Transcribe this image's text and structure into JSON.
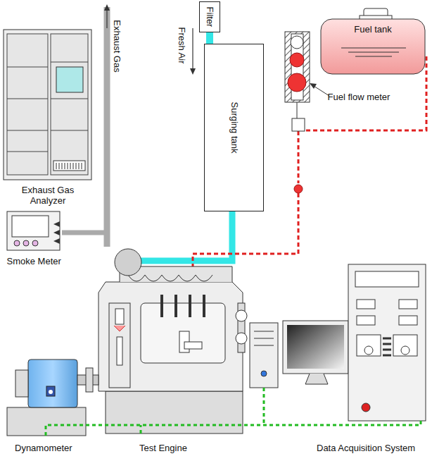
{
  "diagram": {
    "nodes": [
      {
        "text": [
          "Filter"
        ]
      },
      {
        "text": [
          "Surging tank"
        ]
      },
      {
        "text": [
          "Fuel tank"
        ]
      }
    ],
    "edges": [
      {
        "from": 0,
        "to": 1,
        "arrow": "none"
      }
    ],
    "labels": [
      "Exhaust Gas",
      "Fresh Air",
      "Fuel flow meter",
      "Exhaust Gas Analyzer",
      "Smoke Meter",
      "Dynamometer",
      "Test Engine",
      "Data Acquisition System"
    ]
  }
}
